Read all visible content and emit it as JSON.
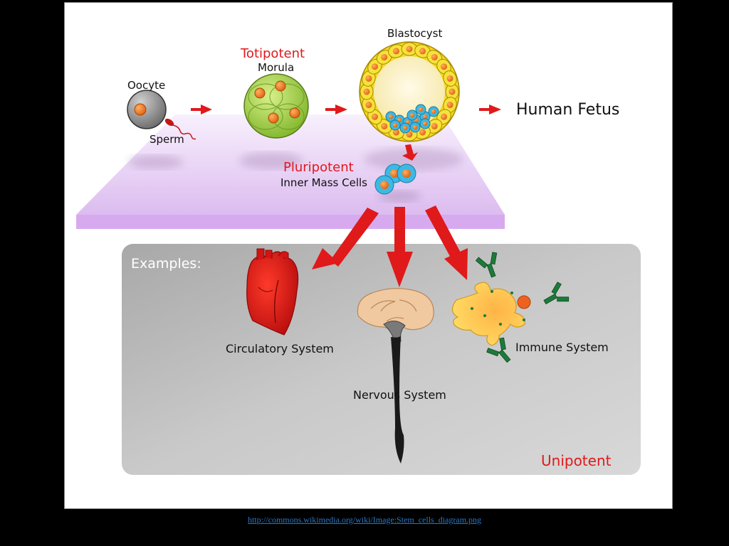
{
  "diagram": {
    "stages": {
      "oocyte": "Oocyte",
      "sperm": "Sperm",
      "totipotent": "Totipotent",
      "morula": "Morula",
      "blastocyst": "Blastocyst",
      "human_fetus": "Human Fetus",
      "pluripotent": "Pluripotent",
      "inner_mass_cells": "Inner Mass Cells"
    },
    "examples": {
      "heading": "Examples:",
      "circulatory": "Circulatory System",
      "nervous": "Nervous System",
      "immune": "Immune System",
      "unipotent": "Unipotent"
    },
    "colors": {
      "accent_red": "#e0191b",
      "platform_purple": "#e2c8f3",
      "panel_gray": "#c4c4c4",
      "cell_orange": "#f07e1c",
      "morula_green": "#a8d84a",
      "blastocyst_yellow": "#f2d91c",
      "inner_cell_blue": "#3cb9e4",
      "antibody_green": "#1d7a3a"
    }
  },
  "source": {
    "url": "http://commons.wikimedia.org/wiki/Image:Stem_cells_diagram.png"
  }
}
